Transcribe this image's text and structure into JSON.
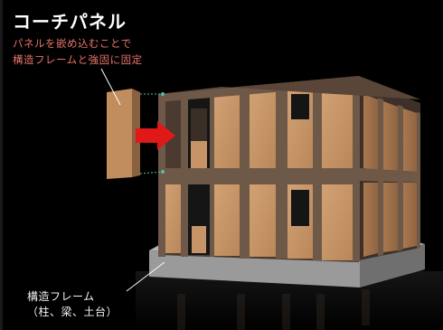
{
  "title": "コーチパネル",
  "caption_lines": [
    "パネルを嵌め込むことで",
    "構造フレームと強固に固定"
  ],
  "frame_label_lines": [
    "構造フレーム",
    "（柱、梁、土台）"
  ],
  "colors": {
    "background": "#000000",
    "panel": "#c69466",
    "frame": "#6e5848",
    "foundation": "#8e8e8e",
    "caption": "#e8736a",
    "arrow": "#e01818"
  }
}
